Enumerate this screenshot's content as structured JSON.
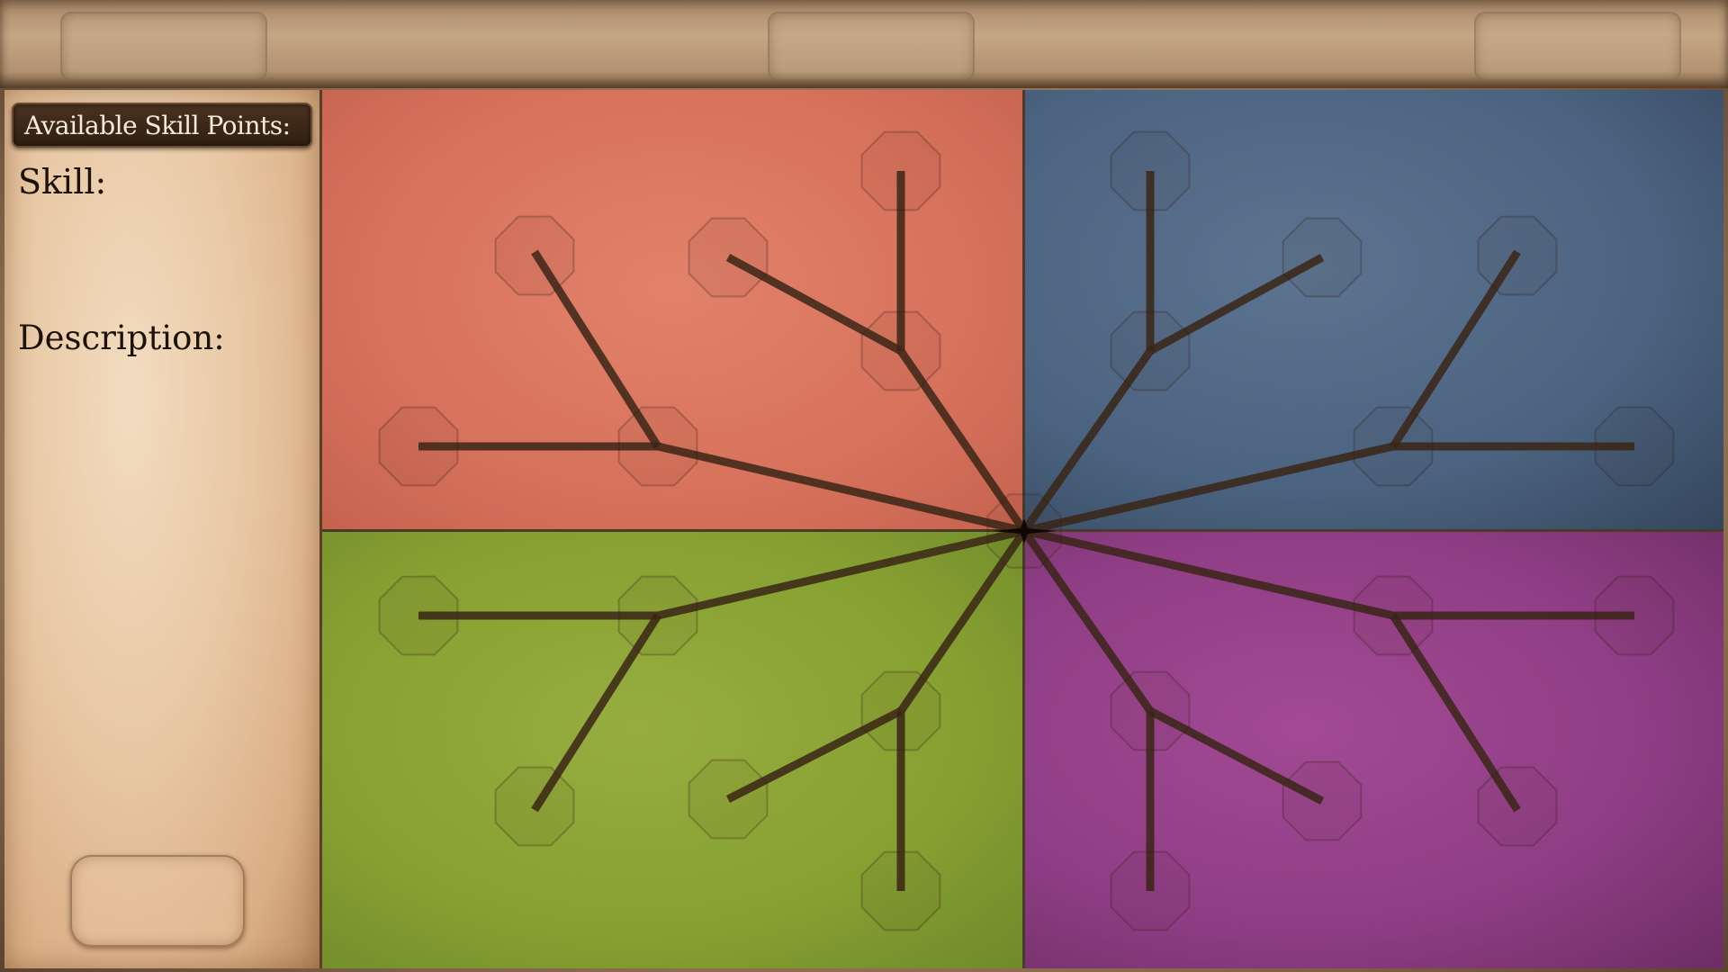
{
  "info_panel": {
    "skill_points_label": "Available Skill Points:",
    "skill_label": "Skill:",
    "description_label": "Description:"
  },
  "colors": {
    "red_quadrant": "#d7725c",
    "blue_quadrant": "#4b6380",
    "green_quadrant": "#86a032",
    "purple_quadrant": "#8e3d84",
    "branch_line": "#3a2616",
    "panel_parchment": "#e8c7a3",
    "banner_dark": "#2f1f12"
  },
  "icons": {
    "skill_node": "octagon-icon",
    "root_node": "star-burst-icon"
  }
}
